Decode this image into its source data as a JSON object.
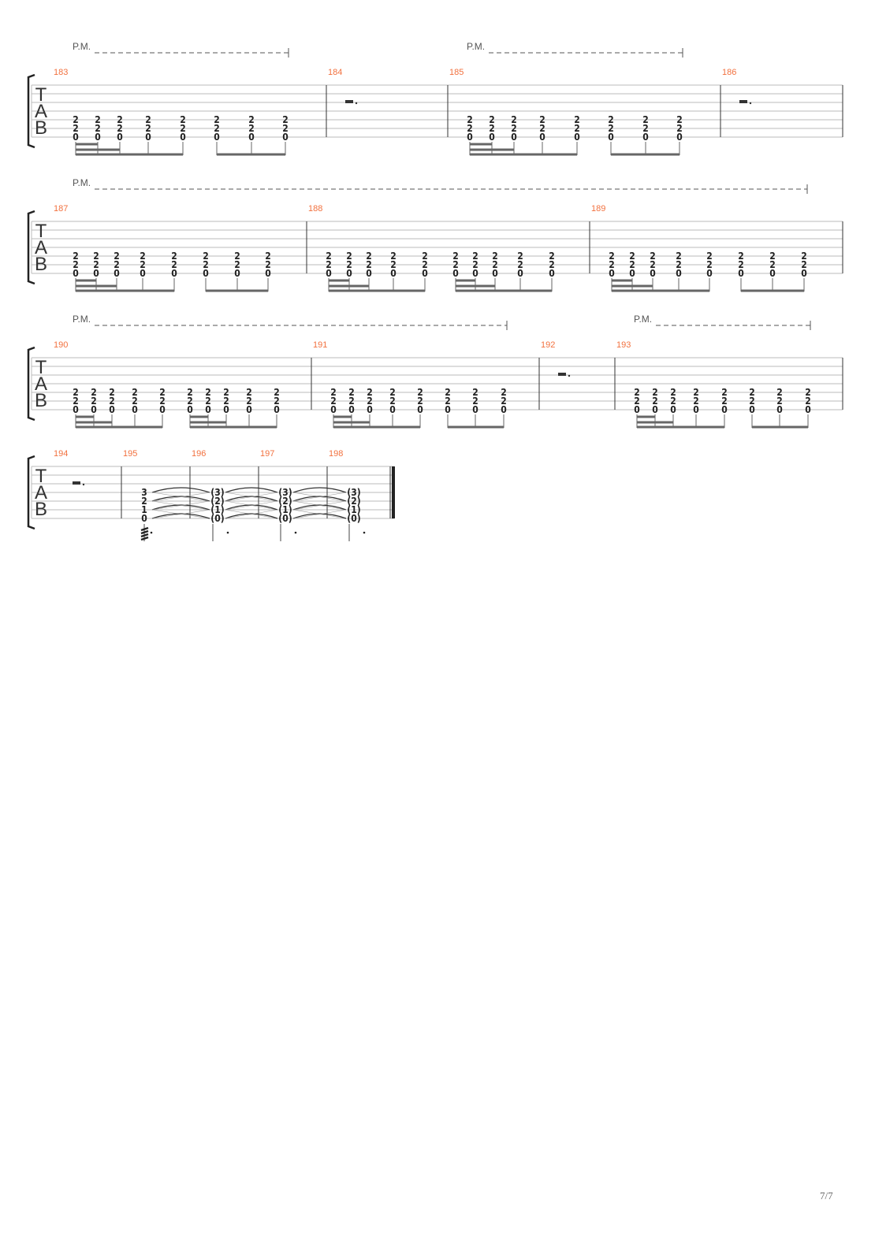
{
  "page_number": "7/7",
  "tab_clef": [
    "T",
    "A",
    "B"
  ],
  "systems": [
    {
      "palm_mutes": [
        {
          "label": "P.M."
        },
        {
          "label": "P.M."
        }
      ],
      "measures": [
        {
          "number": "183",
          "durations": [
            32,
            32,
            16,
            8,
            8,
            8,
            8,
            8
          ],
          "groups": [
            5,
            3
          ],
          "chords": [
            [
              "",
              "",
              "",
              "",
              "2",
              "2",
              "0"
            ],
            [
              "",
              "",
              "",
              "",
              "2",
              "2",
              "0"
            ],
            [
              "",
              "",
              "",
              "",
              "2",
              "2",
              "0"
            ],
            [
              "",
              "",
              "",
              "",
              "2",
              "2",
              "0"
            ],
            [
              "",
              "",
              "",
              "",
              "2",
              "2",
              "0"
            ],
            [
              "",
              "",
              "",
              "",
              "2",
              "2",
              "0"
            ],
            [
              "",
              "",
              "",
              "",
              "2",
              "2",
              "0"
            ],
            [
              "",
              "",
              "",
              "",
              "2",
              "2",
              "0"
            ]
          ]
        },
        {
          "number": "184",
          "rest": "dotted-half"
        },
        {
          "number": "185",
          "durations": [
            32,
            32,
            16,
            8,
            8,
            8,
            8,
            8
          ],
          "groups": [
            5,
            3
          ],
          "chords": [
            [
              "",
              "",
              "",
              "",
              "2",
              "2",
              "0"
            ],
            [
              "",
              "",
              "",
              "",
              "2",
              "2",
              "0"
            ],
            [
              "",
              "",
              "",
              "",
              "2",
              "2",
              "0"
            ],
            [
              "",
              "",
              "",
              "",
              "2",
              "2",
              "0"
            ],
            [
              "",
              "",
              "",
              "",
              "2",
              "2",
              "0"
            ],
            [
              "",
              "",
              "",
              "",
              "2",
              "2",
              "0"
            ],
            [
              "",
              "",
              "",
              "",
              "2",
              "2",
              "0"
            ],
            [
              "",
              "",
              "",
              "",
              "2",
              "2",
              "0"
            ]
          ]
        },
        {
          "number": "186",
          "rest": "dotted-half"
        }
      ]
    },
    {
      "palm_mutes": [
        {
          "label": "P.M."
        }
      ],
      "measures": [
        {
          "number": "187",
          "durations": [
            32,
            32,
            16,
            8,
            8,
            8,
            8,
            8
          ],
          "groups": [
            5,
            3
          ],
          "chords": [
            [
              "",
              "",
              "",
              "",
              "2",
              "2",
              "0"
            ],
            [
              "",
              "",
              "",
              "",
              "2",
              "2",
              "0"
            ],
            [
              "",
              "",
              "",
              "",
              "2",
              "2",
              "0"
            ],
            [
              "",
              "",
              "",
              "",
              "2",
              "2",
              "0"
            ],
            [
              "",
              "",
              "",
              "",
              "2",
              "2",
              "0"
            ],
            [
              "",
              "",
              "",
              "",
              "2",
              "2",
              "0"
            ],
            [
              "",
              "",
              "",
              "",
              "2",
              "2",
              "0"
            ],
            [
              "",
              "",
              "",
              "",
              "2",
              "2",
              "0"
            ]
          ]
        },
        {
          "number": "188",
          "durations": [
            32,
            32,
            16,
            8,
            8,
            32,
            32,
            16,
            8,
            8
          ],
          "groups": [
            5,
            5
          ],
          "chords": [
            [
              "",
              "",
              "",
              "",
              "2",
              "2",
              "0"
            ],
            [
              "",
              "",
              "",
              "",
              "2",
              "2",
              "0"
            ],
            [
              "",
              "",
              "",
              "",
              "2",
              "2",
              "0"
            ],
            [
              "",
              "",
              "",
              "",
              "2",
              "2",
              "0"
            ],
            [
              "",
              "",
              "",
              "",
              "2",
              "2",
              "0"
            ],
            [
              "",
              "",
              "",
              "",
              "2",
              "2",
              "0"
            ],
            [
              "",
              "",
              "",
              "",
              "2",
              "2",
              "0"
            ],
            [
              "",
              "",
              "",
              "",
              "2",
              "2",
              "0"
            ],
            [
              "",
              "",
              "",
              "",
              "2",
              "2",
              "0"
            ],
            [
              "",
              "",
              "",
              "",
              "2",
              "2",
              "0"
            ]
          ]
        },
        {
          "number": "189",
          "durations": [
            32,
            32,
            16,
            8,
            8,
            8,
            8,
            8
          ],
          "groups": [
            5,
            3
          ],
          "chords": [
            [
              "",
              "",
              "",
              "",
              "2",
              "2",
              "0"
            ],
            [
              "",
              "",
              "",
              "",
              "2",
              "2",
              "0"
            ],
            [
              "",
              "",
              "",
              "",
              "2",
              "2",
              "0"
            ],
            [
              "",
              "",
              "",
              "",
              "2",
              "2",
              "0"
            ],
            [
              "",
              "",
              "",
              "",
              "2",
              "2",
              "0"
            ],
            [
              "",
              "",
              "",
              "",
              "2",
              "2",
              "0"
            ],
            [
              "",
              "",
              "",
              "",
              "2",
              "2",
              "0"
            ],
            [
              "",
              "",
              "",
              "",
              "2",
              "2",
              "0"
            ]
          ]
        }
      ]
    },
    {
      "palm_mutes": [
        {
          "label": "P.M."
        },
        {
          "label": "P.M."
        }
      ],
      "measures": [
        {
          "number": "190",
          "durations": [
            32,
            32,
            16,
            8,
            8,
            32,
            32,
            16,
            8,
            8
          ],
          "groups": [
            5,
            5
          ],
          "chords": [
            [
              "",
              "",
              "",
              "",
              "2",
              "2",
              "0"
            ],
            [
              "",
              "",
              "",
              "",
              "2",
              "2",
              "0"
            ],
            [
              "",
              "",
              "",
              "",
              "2",
              "2",
              "0"
            ],
            [
              "",
              "",
              "",
              "",
              "2",
              "2",
              "0"
            ],
            [
              "",
              "",
              "",
              "",
              "2",
              "2",
              "0"
            ],
            [
              "",
              "",
              "",
              "",
              "2",
              "2",
              "0"
            ],
            [
              "",
              "",
              "",
              "",
              "2",
              "2",
              "0"
            ],
            [
              "",
              "",
              "",
              "",
              "2",
              "2",
              "0"
            ],
            [
              "",
              "",
              "",
              "",
              "2",
              "2",
              "0"
            ],
            [
              "",
              "",
              "",
              "",
              "2",
              "2",
              "0"
            ]
          ]
        },
        {
          "number": "191",
          "durations": [
            32,
            32,
            16,
            8,
            8,
            8,
            8,
            8
          ],
          "groups": [
            5,
            3
          ],
          "chords": [
            [
              "",
              "",
              "",
              "",
              "2",
              "2",
              "0"
            ],
            [
              "",
              "",
              "",
              "",
              "2",
              "2",
              "0"
            ],
            [
              "",
              "",
              "",
              "",
              "2",
              "2",
              "0"
            ],
            [
              "",
              "",
              "",
              "",
              "2",
              "2",
              "0"
            ],
            [
              "",
              "",
              "",
              "",
              "2",
              "2",
              "0"
            ],
            [
              "",
              "",
              "",
              "",
              "2",
              "2",
              "0"
            ],
            [
              "",
              "",
              "",
              "",
              "2",
              "2",
              "0"
            ],
            [
              "",
              "",
              "",
              "",
              "2",
              "2",
              "0"
            ]
          ]
        },
        {
          "number": "192",
          "rest": "dotted-half"
        },
        {
          "number": "193",
          "durations": [
            32,
            32,
            16,
            8,
            8,
            8,
            8,
            8
          ],
          "groups": [
            5,
            3
          ],
          "chords": [
            [
              "",
              "",
              "",
              "",
              "2",
              "2",
              "0"
            ],
            [
              "",
              "",
              "",
              "",
              "2",
              "2",
              "0"
            ],
            [
              "",
              "",
              "",
              "",
              "2",
              "2",
              "0"
            ],
            [
              "",
              "",
              "",
              "",
              "2",
              "2",
              "0"
            ],
            [
              "",
              "",
              "",
              "",
              "2",
              "2",
              "0"
            ],
            [
              "",
              "",
              "",
              "",
              "2",
              "2",
              "0"
            ],
            [
              "",
              "",
              "",
              "",
              "2",
              "2",
              "0"
            ],
            [
              "",
              "",
              "",
              "",
              "2",
              "2",
              "0"
            ]
          ]
        }
      ]
    },
    {
      "palm_mutes": [],
      "measures": [
        {
          "number": "194",
          "rest": "dotted-half"
        },
        {
          "number": "195",
          "durations": [
            "dotted-half-tremolo"
          ],
          "chords": [
            [
              "",
              "",
              "",
              "3",
              "2",
              "1",
              "0"
            ]
          ],
          "tied_to_next": true
        },
        {
          "number": "196",
          "durations": [
            "dotted-half"
          ],
          "chords": [
            [
              "",
              "",
              "",
              "(3)",
              "(2)",
              "(1)",
              "(0)"
            ]
          ],
          "tied_to_next": true
        },
        {
          "number": "197",
          "durations": [
            "dotted-half"
          ],
          "chords": [
            [
              "",
              "",
              "",
              "(3)",
              "(2)",
              "(1)",
              "(0)"
            ]
          ],
          "tied_to_next": true
        },
        {
          "number": "198",
          "durations": [
            "dotted-half"
          ],
          "chords": [
            [
              "",
              "",
              "",
              "(3)",
              "(2)",
              "(1)",
              "(0)"
            ]
          ]
        }
      ]
    }
  ]
}
